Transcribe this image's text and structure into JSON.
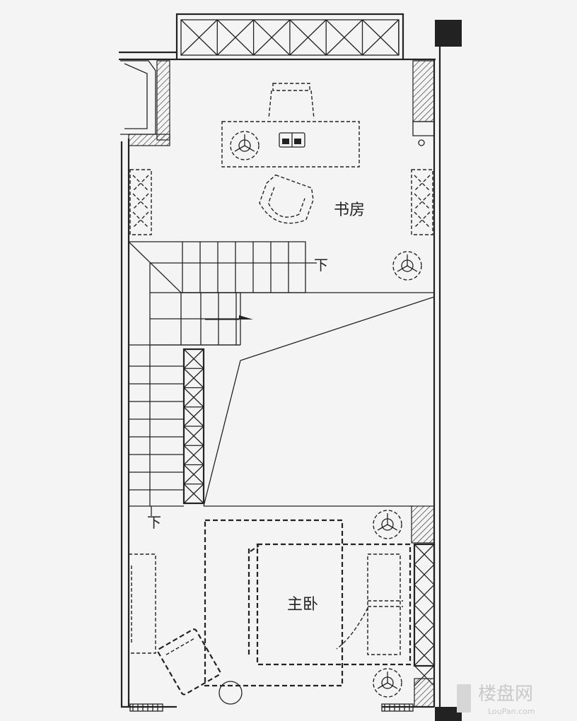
{
  "rooms": {
    "study": "书房",
    "master_bedroom": "主卧"
  },
  "stairs": {
    "down_upper": "下",
    "down_lower": "下"
  },
  "watermark": {
    "brand": "楼盘网",
    "url": "LouPan.com"
  }
}
